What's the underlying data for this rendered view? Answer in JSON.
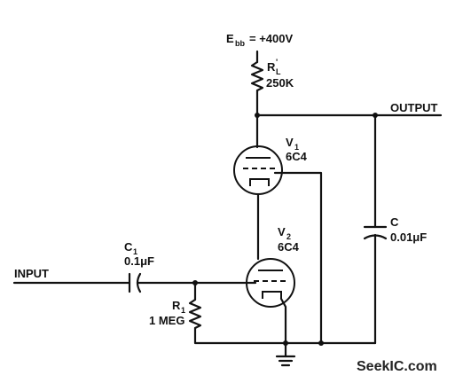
{
  "supply": {
    "label_main": "E",
    "label_sub": "bb",
    "label_value": "= +400V"
  },
  "load_resistor": {
    "name_main": "R",
    "name_sup": "'",
    "name_sub": "L",
    "value": "250K"
  },
  "output": {
    "label": "OUTPUT"
  },
  "tube_v1": {
    "name_main": "V",
    "name_sub": "1",
    "type": "6C4"
  },
  "tube_v2": {
    "name_main": "V",
    "name_sub": "2",
    "type": "6C4"
  },
  "capacitor_c": {
    "name": "C",
    "value": "0.01μF"
  },
  "capacitor_c1": {
    "name_main": "C",
    "name_sub": "1",
    "value": "0.1μF"
  },
  "resistor_r1": {
    "name_main": "R",
    "name_sub": "1",
    "value": "1 MEG"
  },
  "input": {
    "label": "INPUT"
  },
  "watermark": {
    "text": "SeekIC.com"
  }
}
